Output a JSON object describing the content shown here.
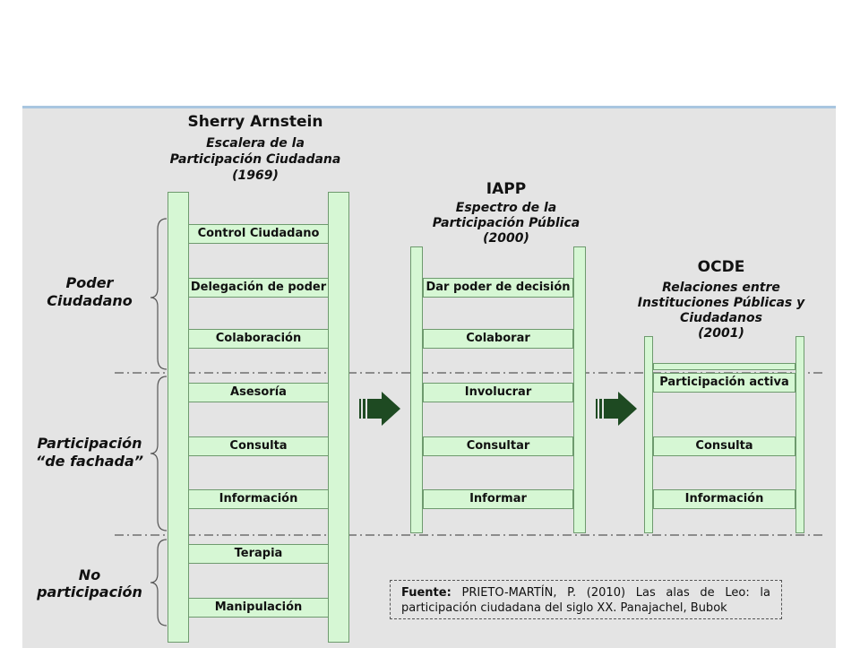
{
  "arnstein": {
    "author": "Sherry Arnstein",
    "title_line1": "Escalera de la",
    "title_line2": "Participación Ciudadana",
    "year": "(1969)",
    "rungs": [
      "Control Ciudadano",
      "Delegación de poder",
      "Colaboración",
      "Asesoría",
      "Consulta",
      "Información",
      "Terapia",
      "Manipulación"
    ]
  },
  "iapp": {
    "name": "IAPP",
    "title_line1": "Espectro de la",
    "title_line2": "Participación Pública",
    "year": "(2000)",
    "rungs": [
      "Dar poder de decisión",
      "Colaborar",
      "Involucrar",
      "Consultar",
      "Informar"
    ]
  },
  "ocde": {
    "name": "OCDE",
    "title_line1": "Relaciones entre",
    "title_line2": "Instituciones Públicas y",
    "title_line3": "Ciudadanos",
    "year": "(2001)",
    "rungs": [
      "Participación activa",
      "Consulta",
      "Información"
    ]
  },
  "groups": {
    "poder_line1": "Poder",
    "poder_line2": "Ciudadano",
    "fachada_line1": "Participación",
    "fachada_line2": "“de fachada”",
    "no_line1": "No",
    "no_line2": "participación"
  },
  "source": {
    "label": "Fuente:",
    "text": "PRIETO-MARTÍN, P. (2010) Las alas de Leo: la participación ciudadana del siglo XX. Panajachel, Bubok"
  },
  "colors": {
    "rung_fill": "#d6f7d4",
    "arrow": "#1e4a22",
    "panel": "#e4e4e4"
  }
}
